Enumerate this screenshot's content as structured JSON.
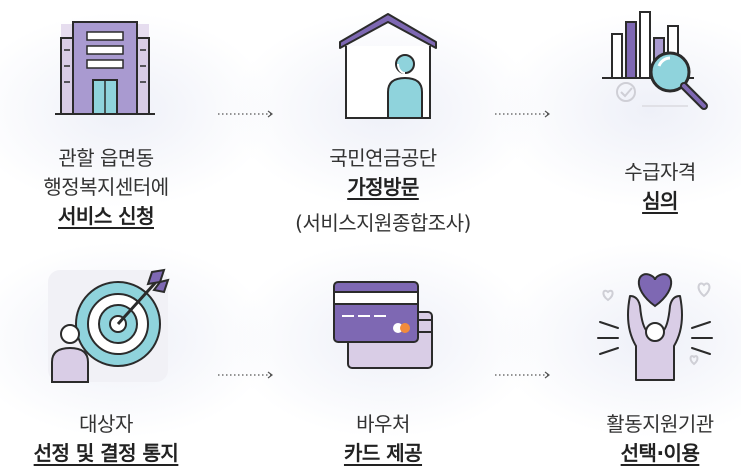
{
  "steps": [
    {
      "lines": [
        "관할 읍면동",
        "행정복지센터에"
      ],
      "emphasis": "서비스 신청",
      "icon": "building-icon"
    },
    {
      "lines": [
        "국민연금공단"
      ],
      "emphasis": "가정방문",
      "sub": "(서비스지원종합조사)",
      "icon": "house-visit-icon"
    },
    {
      "lines": [
        "수급자격"
      ],
      "emphasis": "심의",
      "icon": "chart-review-icon"
    },
    {
      "lines": [
        "대상자"
      ],
      "emphasis": "선정 및 결정 통지",
      "icon": "target-icon"
    },
    {
      "lines": [
        "바우처"
      ],
      "emphasis": "카드 제공",
      "icon": "voucher-card-icon"
    },
    {
      "lines": [
        "활동지원기관"
      ],
      "emphasis": "선택·이용",
      "icon": "heart-person-icon"
    }
  ],
  "colors": {
    "purple_light": "#d9cde6",
    "purple_mid": "#a99ad0",
    "purple_dark": "#7e68b3",
    "teal": "#8fd3dc",
    "outline": "#2b2b2b"
  }
}
